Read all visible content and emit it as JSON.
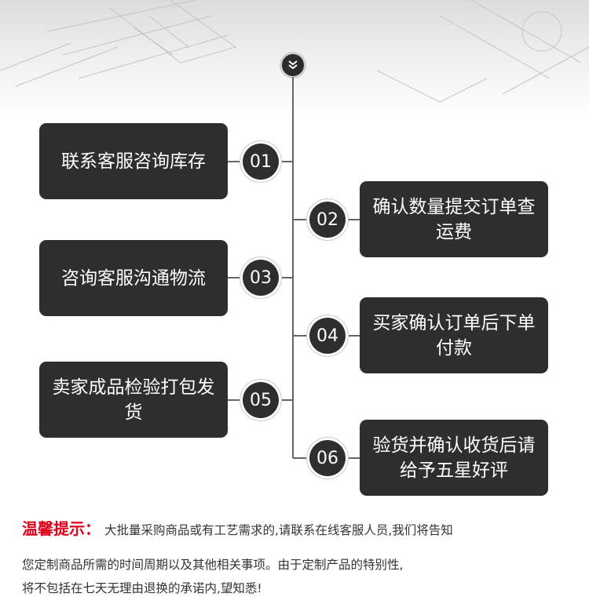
{
  "steps": [
    {
      "num": "01",
      "text": "联系客服咨询库存"
    },
    {
      "num": "02",
      "text": "确认数量提交订单查运费"
    },
    {
      "num": "03",
      "text": "咨询客服沟通物流"
    },
    {
      "num": "04",
      "text": "买家确认订单后下单付款"
    },
    {
      "num": "05",
      "text": "卖家成品检验打包发货"
    },
    {
      "num": "06",
      "text": "验货并确认收货后请给予五星好评"
    }
  ],
  "notice": {
    "title": "温馨提示：",
    "line1": "大批量采购商品或有工艺需求的,请联系在线客服人员,我们将告知",
    "line2": "您定制商品所需的时间周期以及其他相关事项。由于定制产品的特别性,",
    "line3": "将不包括在七天无理由退换的承诺内,望知悉!"
  },
  "colors": {
    "box": "#2e2e2e",
    "accent": "#e0001b",
    "line": "#666666"
  }
}
